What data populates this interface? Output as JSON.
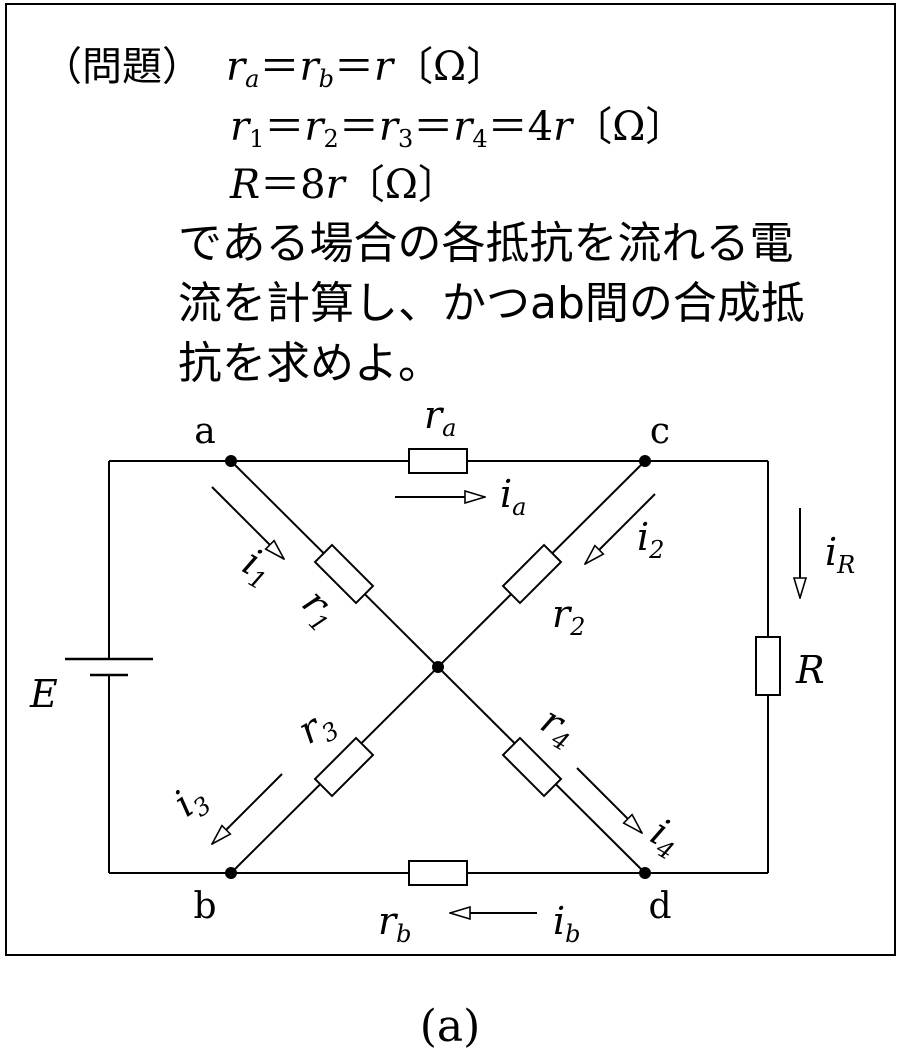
{
  "problem": {
    "heading": "（問題）",
    "eq1": {
      "a": "r",
      "a_sub": "a",
      "eq": "＝",
      "b": "r",
      "b_sub": "b",
      "eq2": "＝",
      "c": "r",
      "unit": "〔Ω〕"
    },
    "eq2": {
      "v1": "r",
      "s1": "1",
      "v2": "r",
      "s2": "2",
      "v3": "r",
      "s3": "3",
      "v4": "r",
      "s4": "4",
      "eq": "＝",
      "coef": "4",
      "var": "r",
      "unit": "〔Ω〕"
    },
    "eq3": {
      "v": "R",
      "eq": "＝",
      "coef": "8",
      "var": "r",
      "unit": "〔Ω〕"
    },
    "question_lines": [
      "である場合の各抵抗を流れる電",
      "流を計算し、かつab間の合成抵",
      "抗を求めよ。"
    ]
  },
  "circuit": {
    "nodes": {
      "a": "a",
      "b": "b",
      "c": "c",
      "d": "d"
    },
    "source": "E",
    "resistors": {
      "ra": {
        "name": "r",
        "sub": "a"
      },
      "rb": {
        "name": "r",
        "sub": "b"
      },
      "r1": {
        "name": "r",
        "sub": "1"
      },
      "r2": {
        "name": "r",
        "sub": "2"
      },
      "r3": {
        "name": "r",
        "sub": "3"
      },
      "r4": {
        "name": "r",
        "sub": "4"
      },
      "R": {
        "name": "R"
      }
    },
    "currents": {
      "ia": {
        "name": "i",
        "sub": "a"
      },
      "ib": {
        "name": "i",
        "sub": "b"
      },
      "i1": {
        "name": "i",
        "sub": "1"
      },
      "i2": {
        "name": "i",
        "sub": "2"
      },
      "i3": {
        "name": "i",
        "sub": "3"
      },
      "i4": {
        "name": "i",
        "sub": "4"
      },
      "iR": {
        "name": "i",
        "sub": "R"
      }
    }
  },
  "caption": "(a)"
}
